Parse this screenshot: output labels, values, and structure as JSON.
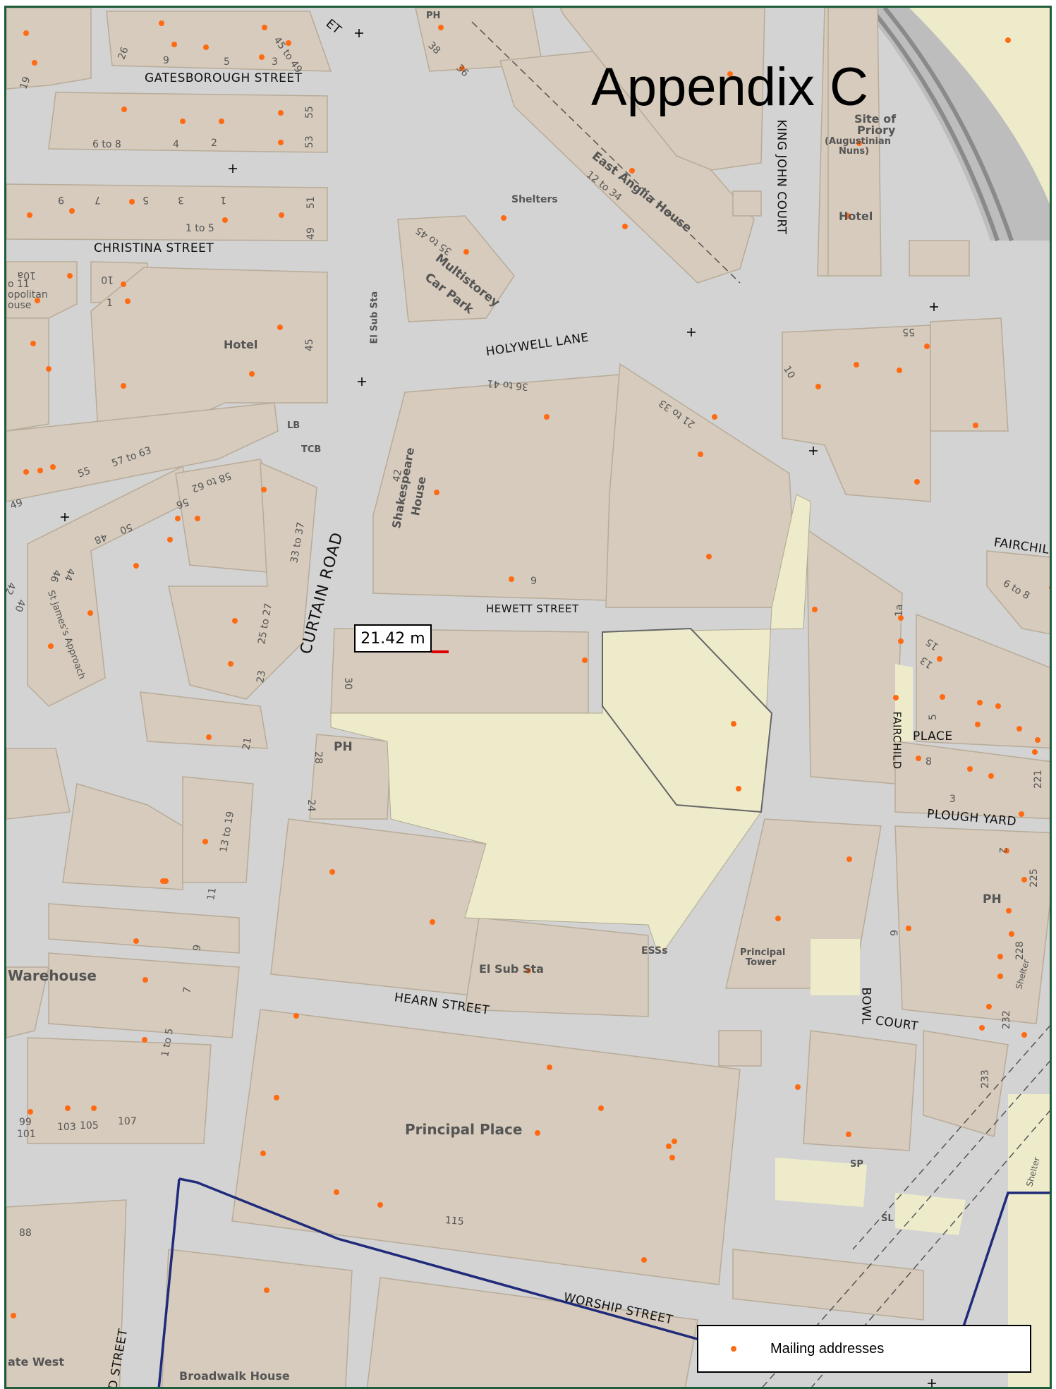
{
  "title": "Appendix C",
  "measurement": {
    "value": "21.42 m"
  },
  "legend": {
    "label": "Mailing addresses",
    "marker_color": "#ff6a13"
  },
  "colors": {
    "road": "#d3d3d3",
    "building": "#d6cbbc",
    "site": "#eeebcb",
    "boundary": "#1f2a7a",
    "frame": "#1f5e3b"
  },
  "streets": {
    "gatesborough": "GATESBOROUGH STREET",
    "christina": "CHRISTINA STREET",
    "holywell": "HOLYWELL LANE",
    "curtain": "CURTAIN ROAD",
    "hewett": "HEWETT STREET",
    "hearn": "HEARN STREET",
    "worship": "WORSHIP STREET",
    "king_john": "KING JOHN COURT",
    "fairchild_place_a": "FAIRCHILD",
    "fairchild_place_b": "PLACE",
    "fairchild_street": "FAIRCHIL",
    "plough_yard": "PLOUGH YARD",
    "bowl_a": "BOWL",
    "bowl_b": "COURT",
    "field_street": "LD STREET",
    "st_james": "St James's Approach",
    "street_top": "ET"
  },
  "places": {
    "east_anglia": "East Anglia House",
    "shakespeare_a": "Shakespeare",
    "shakespeare_b": "House",
    "multistorey_a": "Multistorey",
    "multistorey_b": "Car Park",
    "hotel_left": "Hotel",
    "hotel_right": "Hotel",
    "priory_a": "Site of",
    "priory_b": "Priory",
    "priory_c": "(Augustinian",
    "priory_d": "Nuns)",
    "shelters": "Shelters",
    "el_sub_top": "El Sub Sta",
    "el_sub_mid": "El Sub Sta",
    "principal_place": "Principal Place",
    "principal_tower_a": "Principal",
    "principal_tower_b": "Tower",
    "warehouse": "Warehouse",
    "broadwalk": "Broadwalk House",
    "ate_west": "ate West",
    "metropolitan_a": "o 11",
    "metropolitan_b": "opolitan",
    "metropolitan_c": "ouse",
    "ph_a": "PH",
    "ph_b": "PH",
    "ph_c": "PH",
    "lb": "LB",
    "tcb": "TCB",
    "esss": "ESSs",
    "sp": "SP",
    "sl": "SL",
    "shelter_a": "Shelter",
    "shelter_b": "Shelter"
  },
  "numbers": {
    "n_6to8": "6 to 8",
    "n_4": "4",
    "n_2": "2",
    "n_55": "55",
    "n_53": "53",
    "n_9a": "9",
    "n_5": "5",
    "n_3": "3",
    "n_26": "26",
    "n_45to49": "45 to 49",
    "n_19": "19",
    "n_1to5": "1 to 5",
    "n_51": "51",
    "n_49": "49",
    "n_9b": "9",
    "n_7": "7",
    "n_5b": "5",
    "n_3b": "3",
    "n_1": "1",
    "n_10a": "10a",
    "n_10": "10",
    "n_1b": "1",
    "n_45": "45",
    "n_57to63": "57 to 63",
    "n_55b": "55",
    "n_49b": "49",
    "n_58to62": "58 to 62",
    "n_56": "56",
    "n_50": "50",
    "n_48": "48",
    "n_44": "44",
    "n_42": "42",
    "n_40": "40",
    "n_46": "46",
    "n_33to37": "33 to 37",
    "n_25to27": "25 to 27",
    "n_23": "23",
    "n_21": "21",
    "n_13to19": "13 to 19",
    "n_11": "11",
    "n_9c": "9",
    "n_7c": "7",
    "n_1to5c": "1 to 5",
    "n_99": "99",
    "n_101": "101",
    "n_103": "103",
    "n_105": "105",
    "n_107": "107",
    "n_88": "88",
    "n_38": "38",
    "n_36": "36",
    "n_12to34": "12 to 34",
    "n_35to45": "35 to 45",
    "n_36to41": "36 to 41",
    "n_21to33": "21 to 33",
    "n_9d": "9",
    "n_30": "30",
    "n_28": "28",
    "n_24": "24",
    "n_115": "115",
    "n_10b": "10",
    "n_55c": "55",
    "n_6to8b": "6 to 8",
    "n_1a": "1a",
    "n_15": "15",
    "n_13": "13",
    "n_5d": "5",
    "n_8": "8",
    "n_3d": "3",
    "n_221": "221",
    "n_225": "225",
    "n_228": "228",
    "n_232": "232",
    "n_233": "233",
    "n_6": "6",
    "n_2b": "2"
  }
}
